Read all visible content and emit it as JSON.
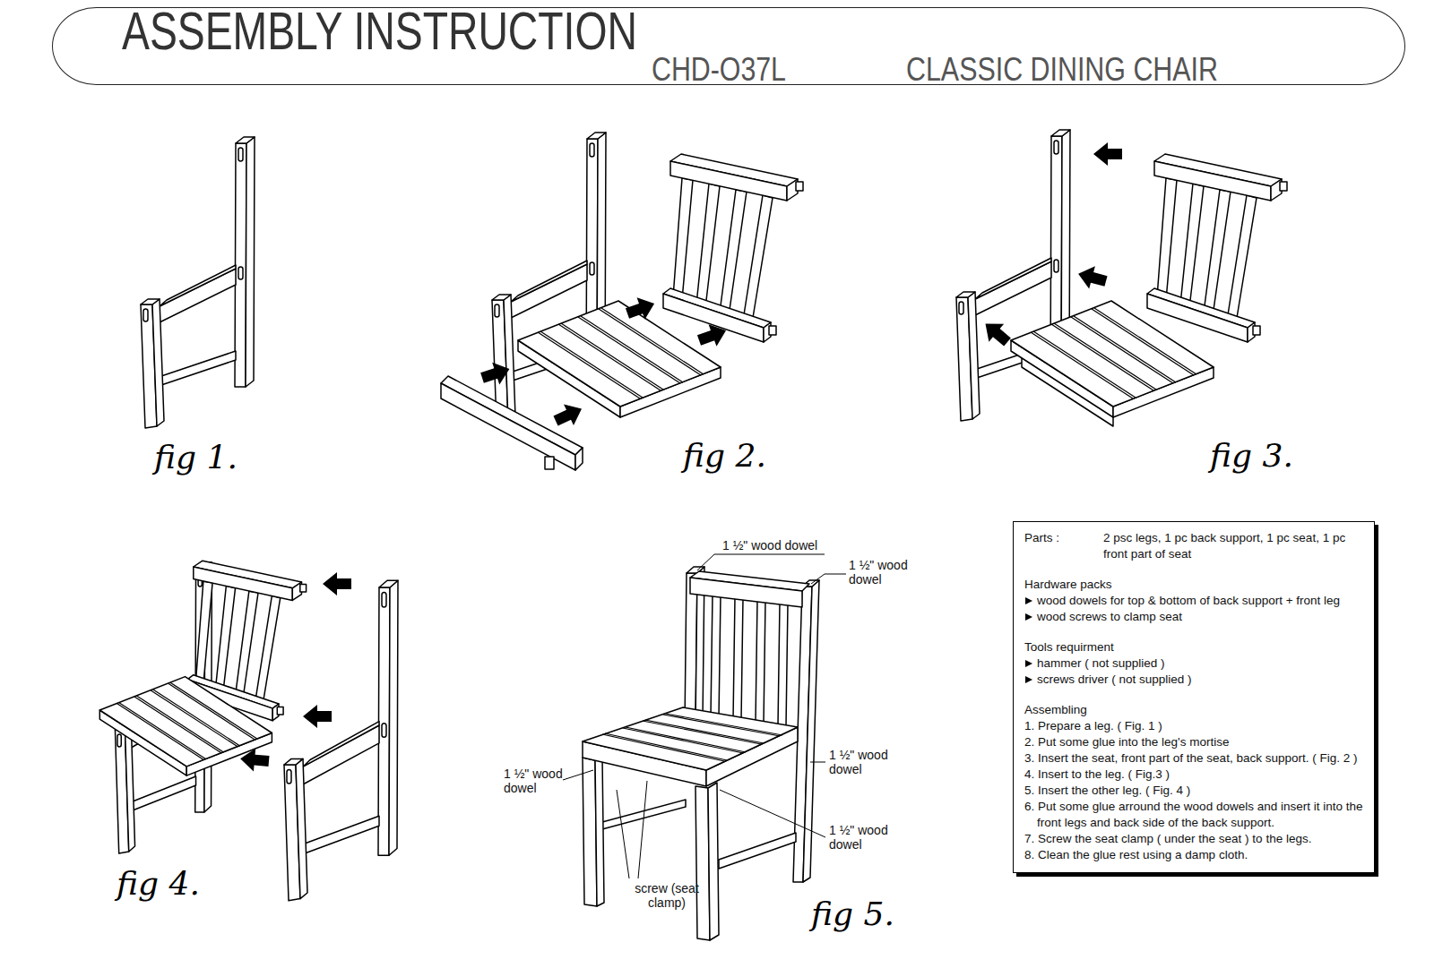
{
  "diagram": {
    "title": "ASSEMBLY INSTRUCTION",
    "nodes": [
      {
        "text": [
          "CHD-O37L",
          "CLASSIC DINING CHAIR"
        ]
      },
      {
        "text": [
          "Parts :",
          "2 psc legs, 1 pc back support, 1 pc seat, 1 pc front part of seat",
          "Hardware packs",
          "wood dowels for top & bottom of back support + front leg",
          "wood screws to clamp seat",
          "Tools requirment",
          "hammer ( not supplied )",
          "screws driver ( not supplied )",
          "Assembling",
          "1. Prepare a leg. ( Fig. 1 )",
          "2. Put some glue into the leg's mortise",
          "3. Insert the seat, front part of the seat, back support. ( Fig. 2 )",
          "4. Insert to the leg. ( Fig.3 )",
          "5. Insert the other leg. ( Fig. 4 )",
          "6. Put some glue arround the wood dowels and insert it into the front legs and back side of the back support.",
          "7. Screw the seat clamp ( under the seat ) to the legs.",
          "8. Clean the glue rest using a damp cloth."
        ]
      }
    ],
    "labels": [
      "fig 1.",
      "fig 2.",
      "fig 3.",
      "fig 4.",
      "fig 5.",
      "1 ½\" wood dowel",
      "1 ½\" wood dowel",
      "1 ½\" wood dowel",
      "1 ½\" wood dowel",
      "1 ½\" wood dowel",
      "screw (seat clamp)"
    ]
  }
}
